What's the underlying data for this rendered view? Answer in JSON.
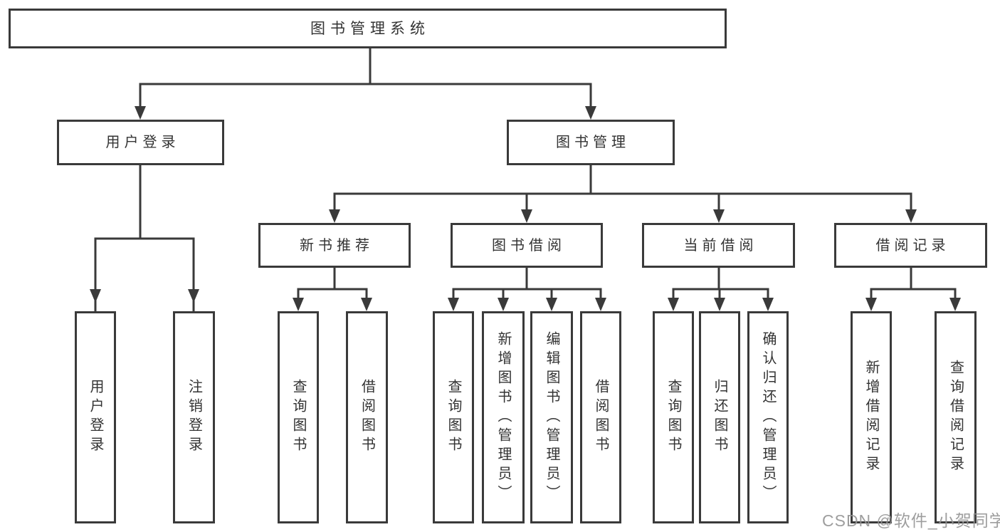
{
  "tree": {
    "label": "图书管理系统",
    "children": [
      {
        "label": "用户登录",
        "children": [
          {
            "label": "用户登录"
          },
          {
            "label": "注销登录"
          }
        ]
      },
      {
        "label": "图书管理",
        "children": [
          {
            "label": "新书推荐",
            "children": [
              {
                "label": "查询图书"
              },
              {
                "label": "借阅图书"
              }
            ]
          },
          {
            "label": "图书借阅",
            "children": [
              {
                "label": "查询图书"
              },
              {
                "label": "新增图书（管理员）"
              },
              {
                "label": "编辑图书（管理员）"
              },
              {
                "label": "借阅图书"
              }
            ]
          },
          {
            "label": "当前借阅",
            "children": [
              {
                "label": "查询图书"
              },
              {
                "label": "归还图书"
              },
              {
                "label": "确认归还（管理员）"
              }
            ]
          },
          {
            "label": "借阅记录",
            "children": [
              {
                "label": "新增借阅记录"
              },
              {
                "label": "查询借阅记录"
              }
            ]
          }
        ]
      }
    ]
  },
  "watermark": "CSDN @软件_小贺同学",
  "colors": {
    "line": "#3a3a3a",
    "text": "#333333",
    "watermark": "#949494",
    "background": "#ffffff"
  }
}
